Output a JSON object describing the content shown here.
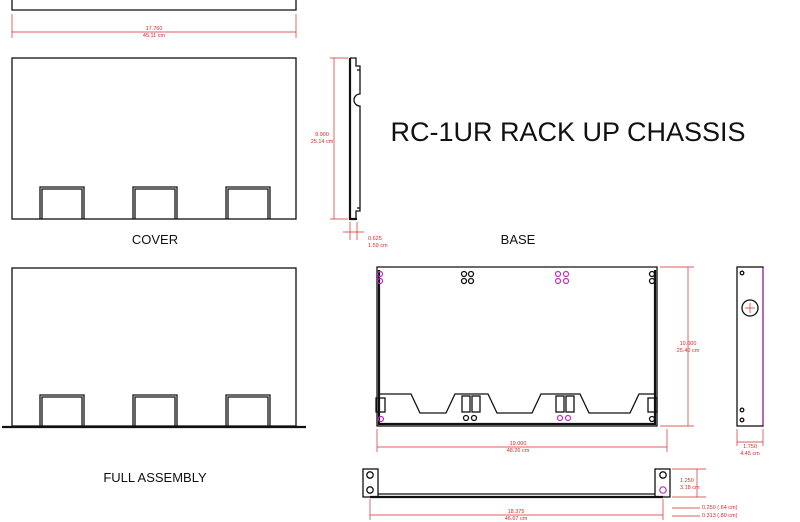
{
  "title": "RC-1UR RACK UP CHASSIS",
  "labels": {
    "cover": "COVER",
    "base": "BASE",
    "full_assembly": "FULL ASSEMBLY"
  },
  "dimensions": {
    "width_top_in": "17.760",
    "width_top_cm": "45.11 cm",
    "cover_height_in": "9.900",
    "cover_height_cm": "25.14 cm",
    "cover_flange_in": "0.625",
    "cover_flange_cm": "1.59 cm",
    "base_height_in": "10.000",
    "base_height_cm": "25.40 cm",
    "base_width_in": "19.000",
    "base_width_cm": "48.26 cm",
    "side_width_in": "1.750",
    "side_width_cm": "4.45 cm",
    "front_width_in": "18.375",
    "front_width_cm": "46.67 cm",
    "front_height_in": "1.250",
    "front_height_cm": "3.18 cm",
    "front_offset_a": "0.250 (.64 cm)",
    "front_offset_b": "0.313 (.80 cm)"
  }
}
